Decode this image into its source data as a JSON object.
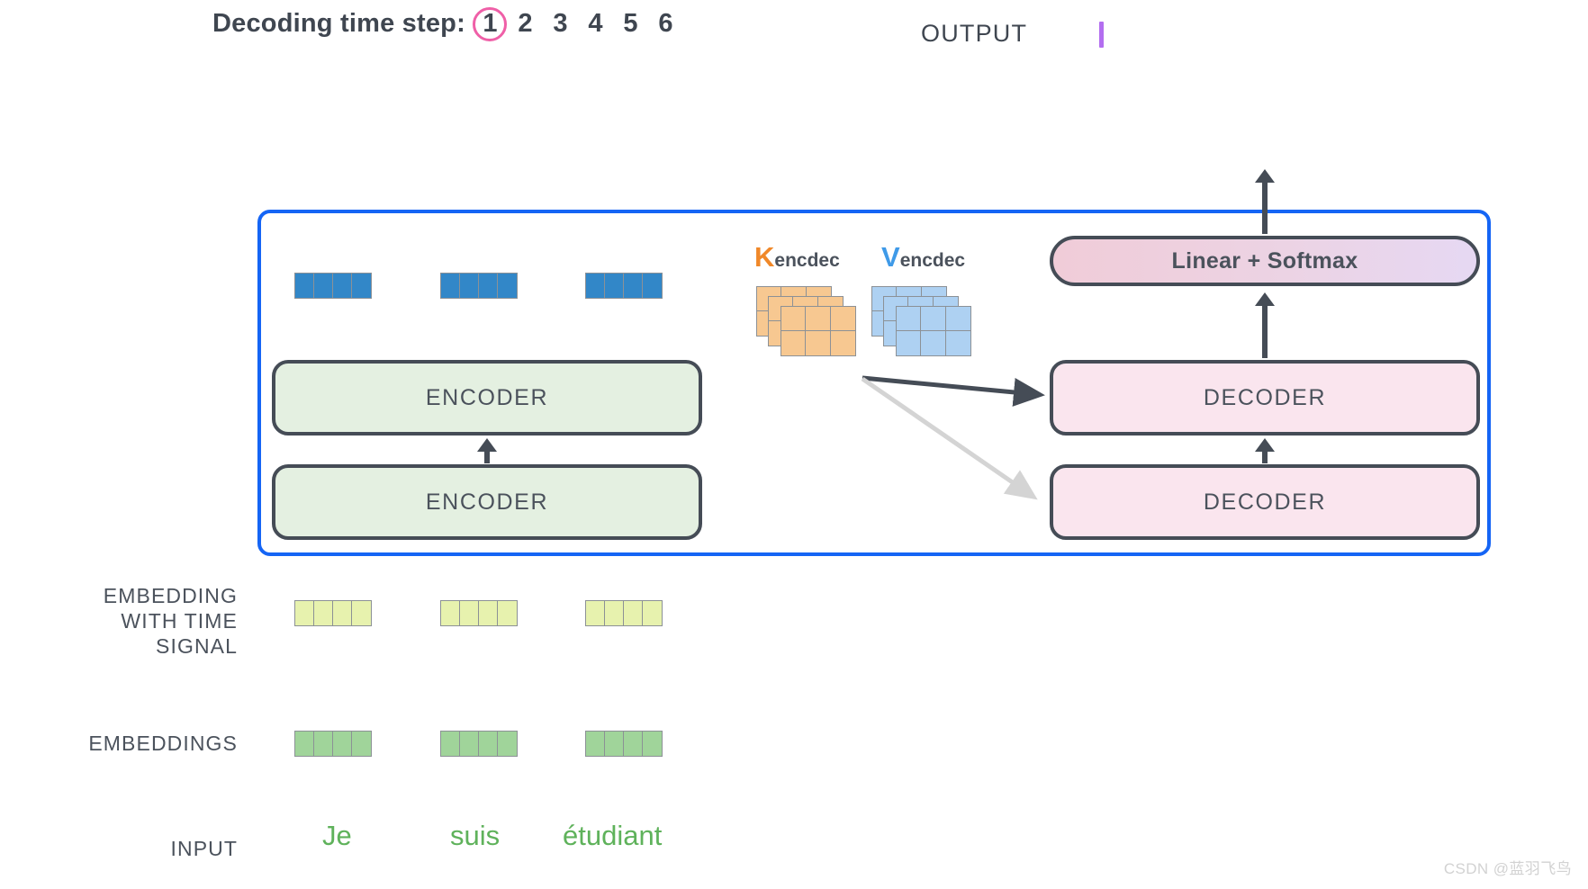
{
  "header": {
    "decoding_label": "Decoding time step:",
    "steps": [
      "1",
      "2",
      "3",
      "4",
      "5",
      "6"
    ],
    "active_step": "1",
    "active_ring_color": "#ef5fa7",
    "output_label": "OUTPUT",
    "output_token": "",
    "cursor_color": "#b36ef0"
  },
  "container": {
    "border_color": "#1565f5"
  },
  "encoder_stack": {
    "blocks": [
      {
        "label": "ENCODER"
      },
      {
        "label": "ENCODER"
      }
    ],
    "fill_color": "#e4f0e1",
    "border_color": "#454c56"
  },
  "decoder_stack": {
    "blocks": [
      {
        "label": "DECODER"
      },
      {
        "label": "DECODER"
      }
    ],
    "fill_color": "#fae5ee",
    "border_color": "#454c56"
  },
  "linear_softmax": {
    "label": "Linear + Softmax",
    "gradient_from": "#f0ccd8",
    "gradient_to": "#e6d8f3"
  },
  "attention_memory": {
    "k": {
      "symbol": "K",
      "subscript": "encdec",
      "symbol_color": "#f08829",
      "matrix_color": "#f7c891",
      "layers": 3,
      "rows": 2,
      "cols": 3
    },
    "v": {
      "symbol": "V",
      "subscript": "encdec",
      "symbol_color": "#3f9ae8",
      "matrix_color": "#aed1f2",
      "layers": 3,
      "rows": 2,
      "cols": 3
    }
  },
  "rows": {
    "encoder_output": {
      "cells_per_vector": 4,
      "vector_count": 3,
      "color": "#3287c8"
    },
    "embedding_with_time_signal": {
      "label_lines": [
        "EMBEDDING",
        "WITH TIME",
        "SIGNAL"
      ],
      "cells_per_vector": 4,
      "vector_count": 3,
      "color": "#e7f2ae"
    },
    "embeddings": {
      "label": "EMBEDDINGS",
      "cells_per_vector": 4,
      "vector_count": 3,
      "color": "#a0d49a"
    },
    "input": {
      "label": "INPUT",
      "tokens": [
        "Je",
        "suis",
        "étudiant"
      ],
      "token_color": "#5fb25b"
    }
  },
  "watermark": {
    "text": "CSDN @蓝羽飞鸟"
  }
}
